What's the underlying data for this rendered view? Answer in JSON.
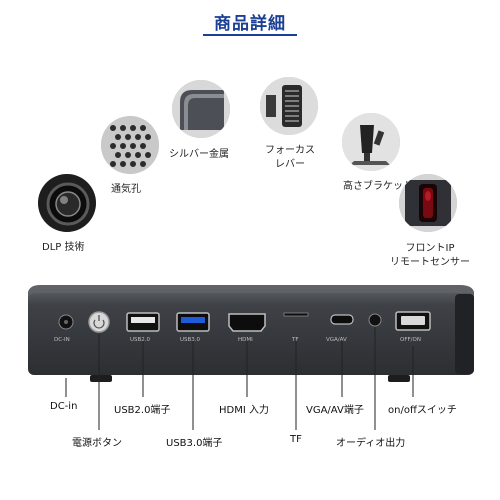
{
  "title": "商品詳細",
  "features": {
    "dlp": "DLP 技術",
    "vent": "通気孔",
    "silver": "シルバー金属",
    "focus_line1": "フォーカス",
    "focus_line2": "レバー",
    "bracket": "高さブラケット",
    "ir_line1": "フロントIP",
    "ir_line2": "リモートセンサー"
  },
  "device_markings": {
    "dc_in": "DC-IN",
    "usb2": "USB2.0",
    "usb3": "USB3.0",
    "hdmi": "HDMI",
    "tf": "TF",
    "vga": "VGA/AV",
    "onoff": "OFF/ON"
  },
  "ports": {
    "dc_in": "DC-in",
    "power": "電源ボタン",
    "usb2": "USB2.0端子",
    "usb3": "USB3.0端子",
    "hdmi": "HDMI 入力",
    "tf": "TF",
    "vga": "VGA/AV端子",
    "audio": "オーディオ出力",
    "onoff": "on/offスイッチ"
  },
  "colors": {
    "title": "#1a3f95",
    "usb3_blue": "#1e5bd6",
    "body_dark": "#3a3d42"
  }
}
